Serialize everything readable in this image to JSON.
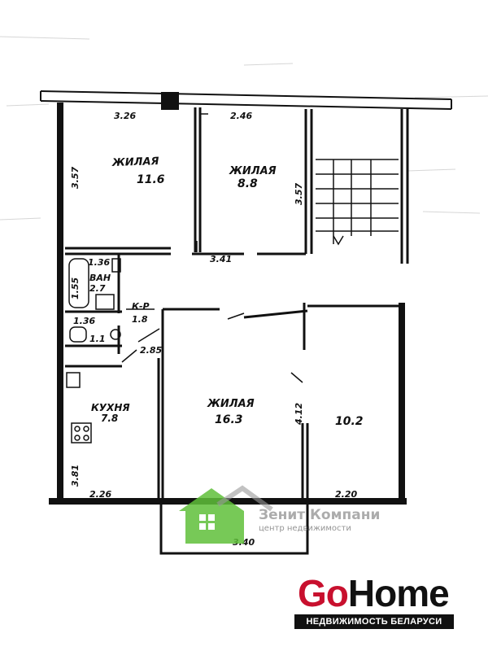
{
  "plan": {
    "rooms": [
      {
        "id": "living-1",
        "name": "ЖИЛАЯ",
        "area": "11.6"
      },
      {
        "id": "living-2",
        "name": "ЖИЛАЯ",
        "area": "8.8"
      },
      {
        "id": "bath",
        "name": "ВАН",
        "area": "2.7"
      },
      {
        "id": "wc",
        "name": "",
        "area": "1.1"
      },
      {
        "id": "corridor",
        "name": "К-Р",
        "area": "1.8"
      },
      {
        "id": "kitchen",
        "name": "КУХНЯ",
        "area": "7.8"
      },
      {
        "id": "living-3",
        "name": "ЖИЛАЯ",
        "area": "16.3"
      },
      {
        "id": "living-4",
        "name": "",
        "area": "10.2"
      }
    ],
    "dimensions": {
      "top_left": "3.26",
      "top_mid": "2.46",
      "left_upper": "3.57",
      "mid_upper": "3.57",
      "hall_gap": "3.41",
      "bath_width": "1.36",
      "bath_height": "1.55",
      "wc_width": "1.36",
      "corridor_side": "2.85",
      "living3_depth": "4.12",
      "kitchen_height": "3.81",
      "kitchen_width": "2.26",
      "bottom_right": "2.20",
      "balcony": "3.40"
    }
  },
  "watermark": {
    "title": "Зенит Компани",
    "subtitle": "центр недвижимости",
    "color": "#5fbf3a"
  },
  "brand": {
    "go": "Go",
    "home": "Home",
    "tagline": "НЕДВИЖИМОСТЬ БЕЛАРУСИ",
    "go_color": "#c8102e"
  }
}
